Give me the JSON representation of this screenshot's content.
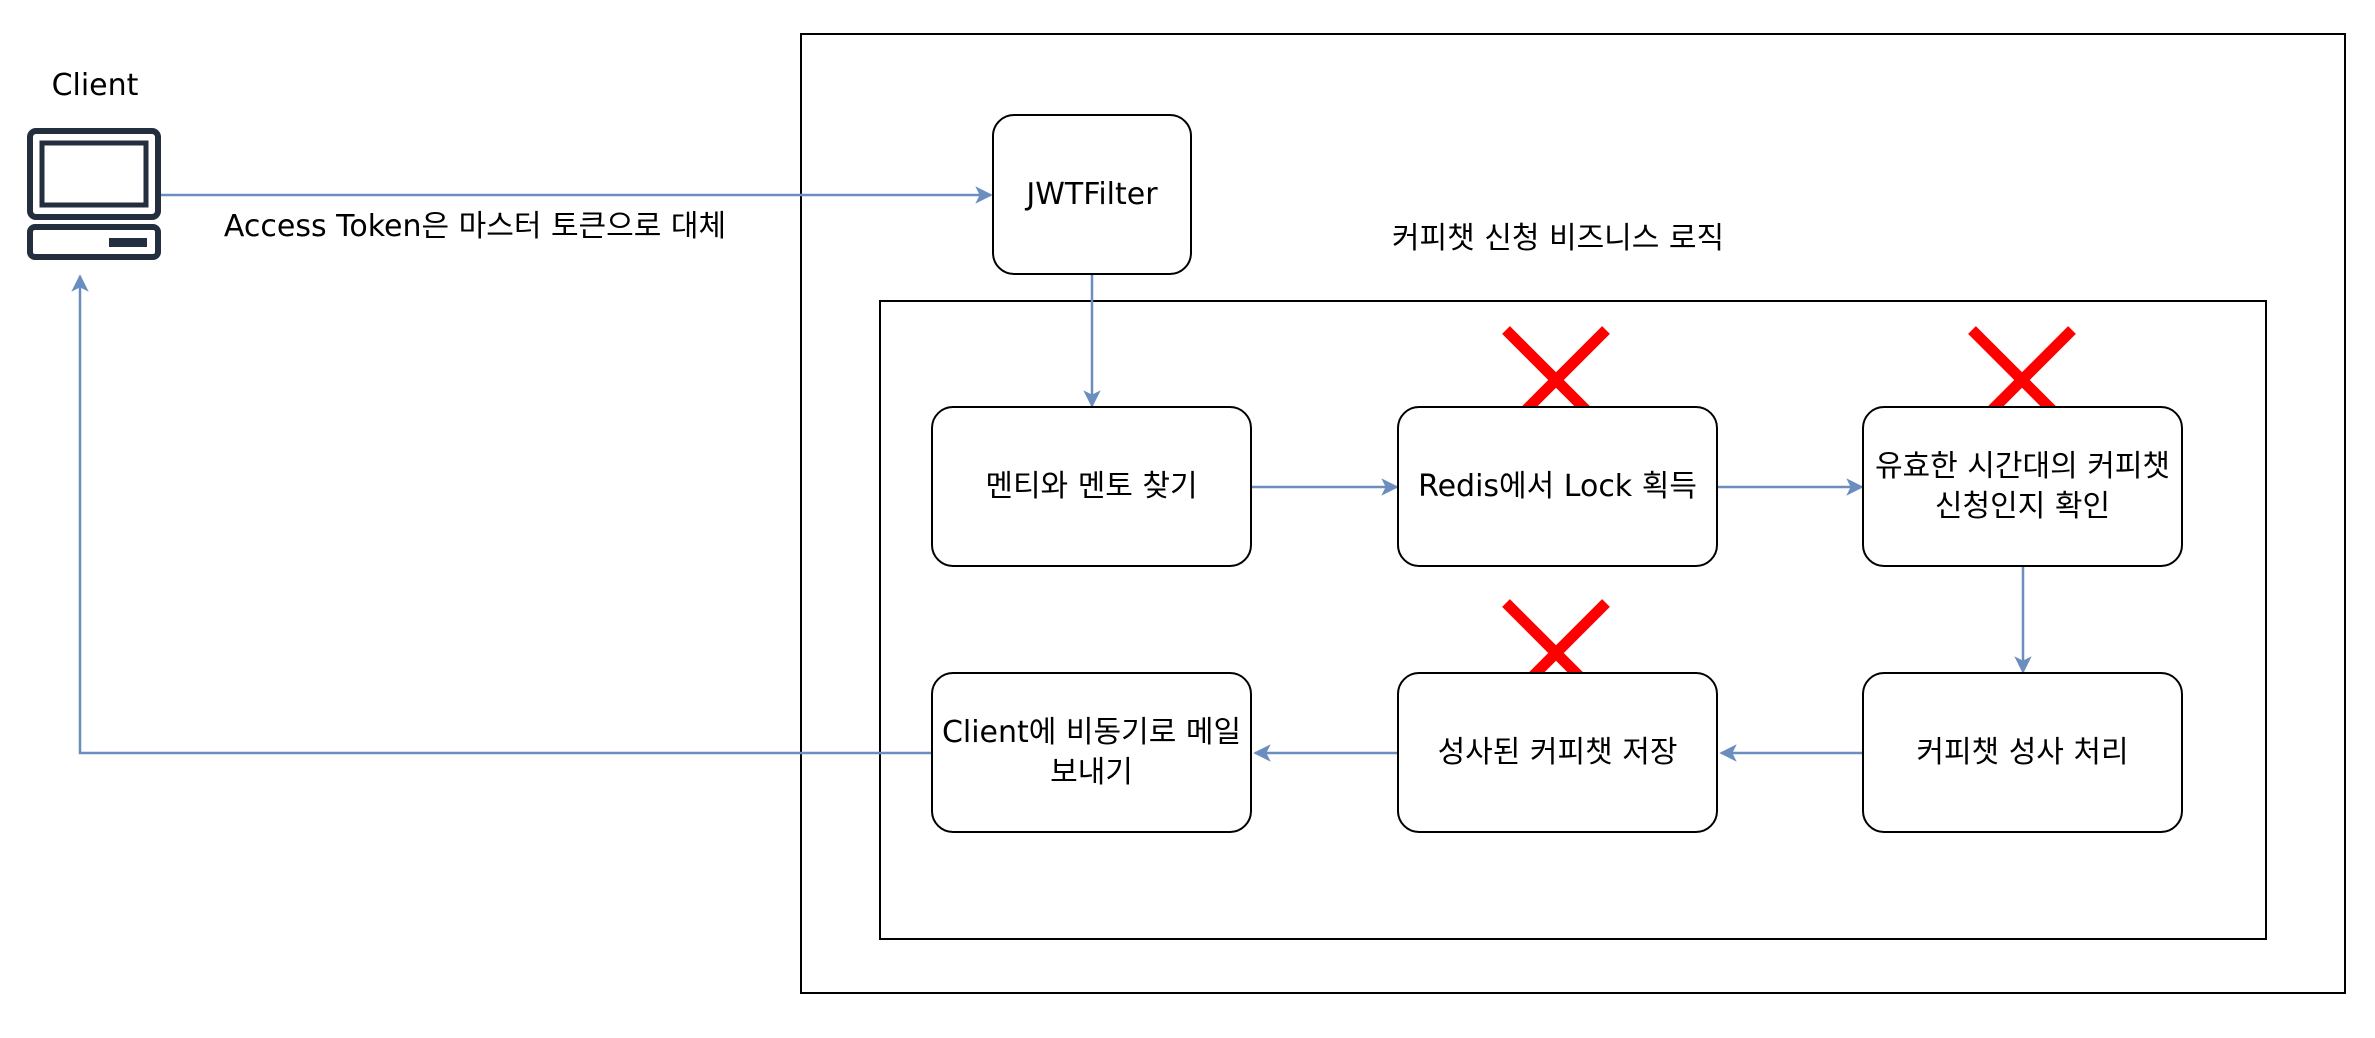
{
  "client": {
    "label": "Client"
  },
  "edge_label": {
    "text": "Access Token은 마스터 토큰으로 대체"
  },
  "group": {
    "label": "커피챗 신청 비즈니스 로직"
  },
  "nodes": {
    "jwt_filter": "JWTFilter",
    "find_mentee_mentor": "멘티와 멘토 찾기",
    "redis_lock": "Redis에서 Lock 획득",
    "validate_time": "유효한 시간대의 커피챗 신청인지 확인",
    "process_success": "커피챗 성사 처리",
    "save_coffeechat": "성사된 커피챗 저장",
    "send_mail": "Client에 비동기로 메일 보내기"
  },
  "icons": {
    "client": "computer-icon",
    "removed": "cross-mark-icon"
  },
  "colors": {
    "arrow": "#6c8ebf",
    "cross": "#ff0000",
    "stroke": "#000000",
    "background": "#ffffff"
  }
}
